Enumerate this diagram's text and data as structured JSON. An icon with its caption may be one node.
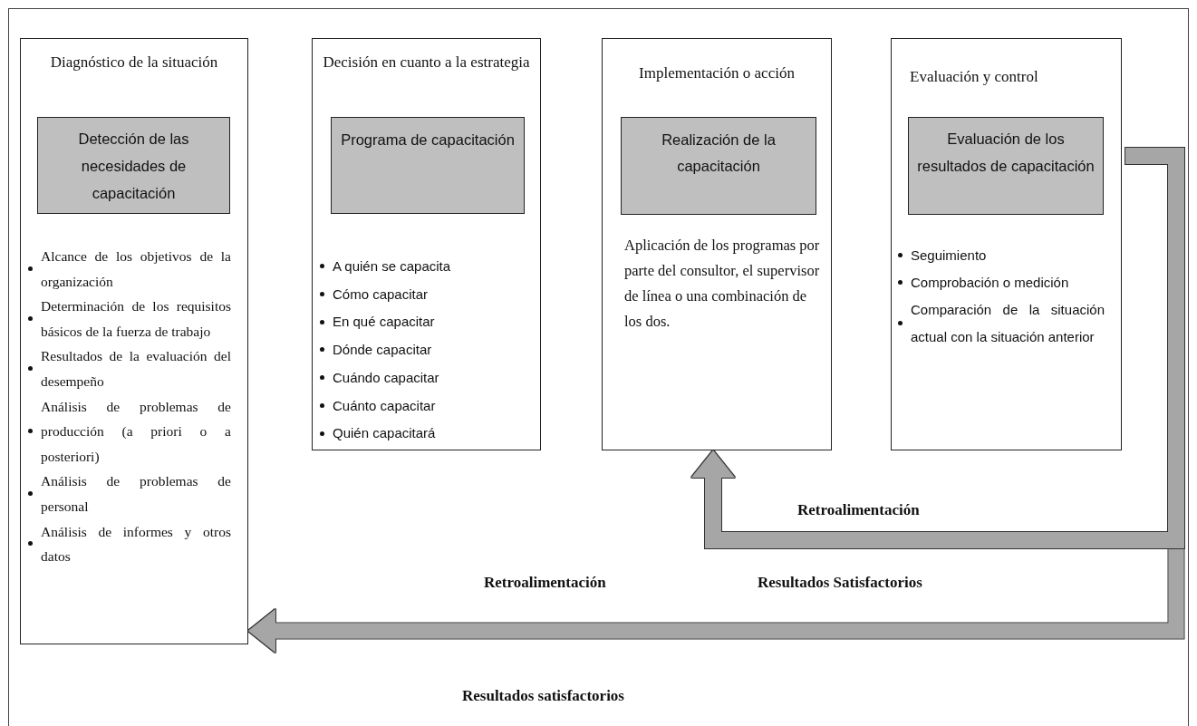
{
  "diagram": {
    "nodes": [
      {
        "text": [
          "Diagnóstico de la situación",
          "Alcance de los objetivos de la organización",
          "Determinación de los requisitos básicos de la fuerza de trabajo",
          "Resultados de la evaluación del desempeño",
          "Análisis de problemas de producción (a priori o a posteriori)",
          "Análisis de problemas de personal",
          "Análisis de informes y otros datos"
        ]
      },
      {
        "text": [
          "Detección de las necesidades de capacitación"
        ],
        "in": 0
      },
      {
        "text": [
          "Decisión en cuanto a la estrategia",
          "A quién se capacita",
          "Cómo capacitar",
          "En qué capacitar",
          "Dónde capacitar",
          "Cuándo capacitar",
          "Cuánto capacitar",
          "Quién capacitará"
        ]
      },
      {
        "text": [
          "Programa de capacitación"
        ],
        "in": 2
      },
      {
        "text": [
          "Implementación o acción",
          "Aplicación de los programas por parte del consultor, el supervisor de línea o una combinación de los dos."
        ]
      },
      {
        "text": [
          "Realización de la capacitación"
        ],
        "in": 4
      },
      {
        "text": [
          "Evaluación y control",
          "Seguimiento",
          "Comprobación o medición",
          "Comparación de la situación actual con la situación anterior"
        ]
      },
      {
        "text": [
          "Evaluación de los resultados de capacitación"
        ],
        "in": 6
      }
    ],
    "edges": [
      {
        "from": 0,
        "to": 2,
        "arrow": "to"
      },
      {
        "from": 2,
        "to": 4,
        "arrow": "to"
      },
      {
        "from": 4,
        "to": 6,
        "arrow": "to"
      },
      {
        "from": 6,
        "to": 4,
        "arrow": "to"
      },
      {
        "from": 6,
        "to": 0,
        "arrow": "to"
      }
    ],
    "labels": [
      "Retroalimentación",
      "Retroalimentación",
      "Resultados Satisfactorios",
      "Resultados satisfactorios"
    ]
  }
}
